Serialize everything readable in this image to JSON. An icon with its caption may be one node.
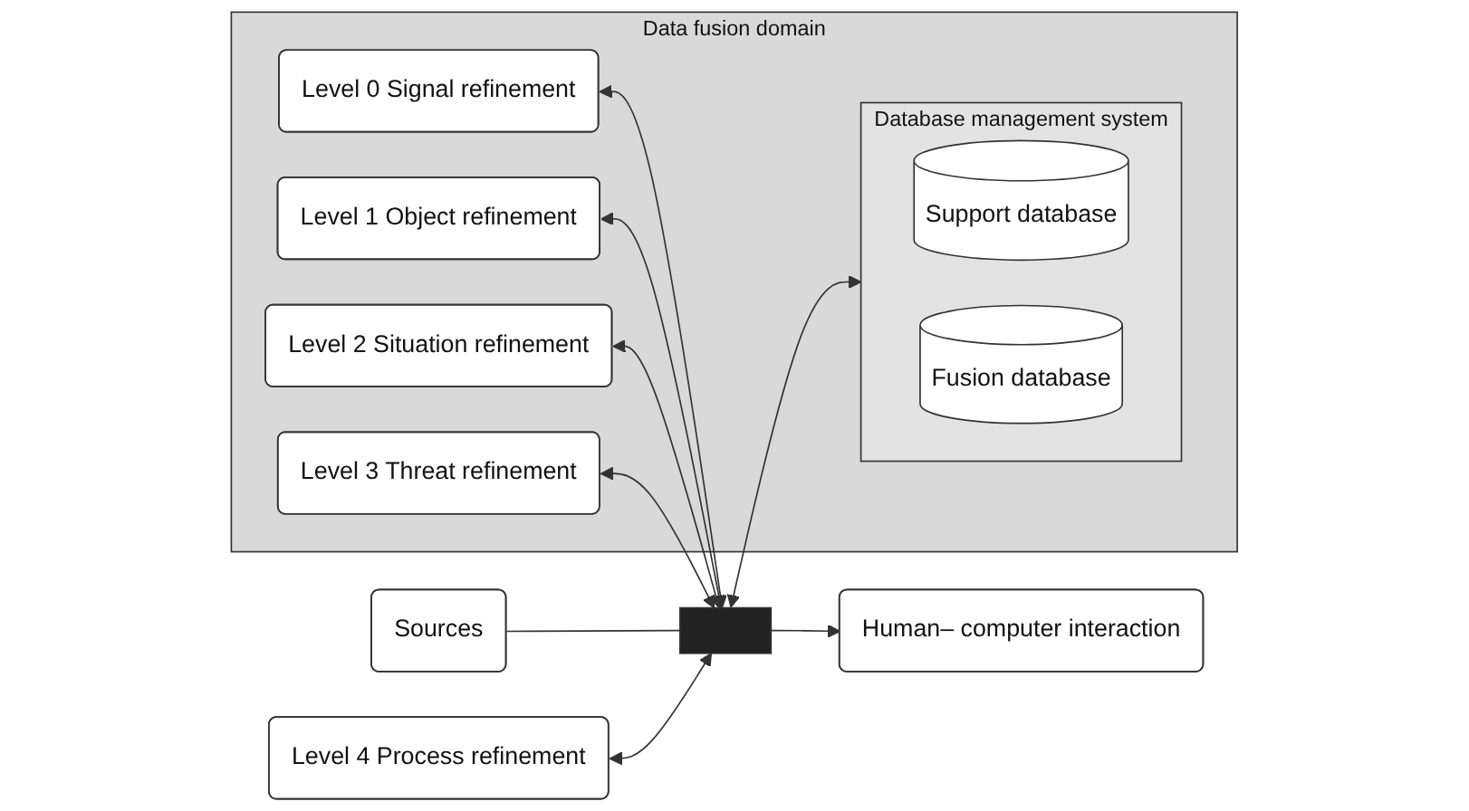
{
  "diagram": {
    "nodes": [
      {
        "text": [
          "Data fusion domain"
        ]
      },
      {
        "text": [
          "Level 0 Signal refinement"
        ],
        "in": 0
      },
      {
        "text": [
          "Level 1 Object refinement"
        ],
        "in": 0
      },
      {
        "text": [
          "Level 2 Situation refinement"
        ],
        "in": 0
      },
      {
        "text": [
          "Level 3 Threat refinement"
        ],
        "in": 0
      },
      {
        "text": [
          "Sources"
        ]
      },
      {
        "text": [],
        "shape": "bar"
      },
      {
        "text": [
          "Human– computer interaction"
        ]
      },
      {
        "text": [
          "Database management system"
        ],
        "in": 0
      },
      {
        "text": [
          "Support database"
        ],
        "in": 8
      },
      {
        "text": [
          "Fusion database"
        ],
        "in": 8
      },
      {
        "text": [
          "Level 4 Process refinement"
        ]
      }
    ],
    "edges": [
      {
        "from": 5,
        "to": 6,
        "arrow": "none"
      },
      {
        "from": 6,
        "to": 7,
        "arrow": "to"
      },
      {
        "from": 1,
        "to": 6,
        "arrow": "both"
      },
      {
        "from": 2,
        "to": 6,
        "arrow": "both"
      },
      {
        "from": 3,
        "to": 6,
        "arrow": "both"
      },
      {
        "from": 4,
        "to": 6,
        "arrow": "both"
      },
      {
        "from": 6,
        "to": 8,
        "arrow": "both"
      },
      {
        "from": 11,
        "to": 6,
        "arrow": "both"
      }
    ]
  }
}
